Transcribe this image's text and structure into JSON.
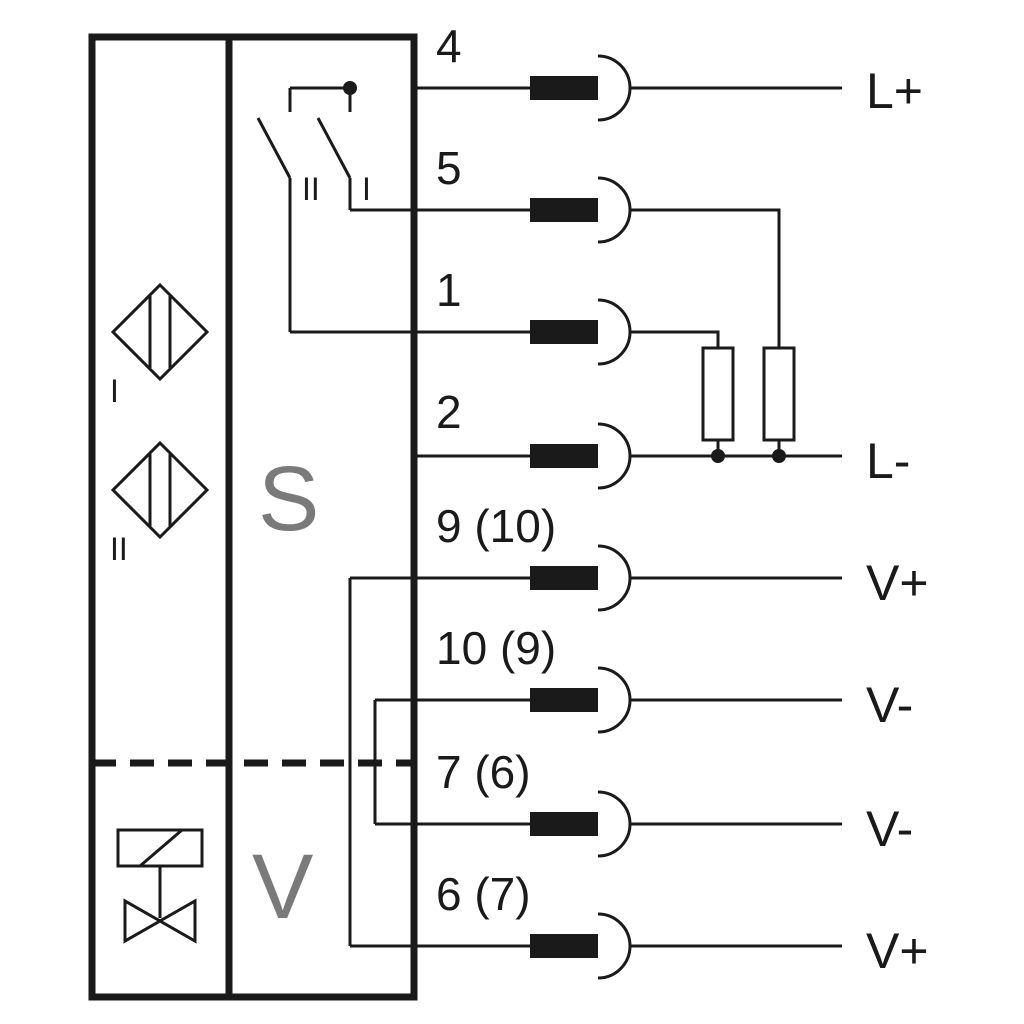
{
  "module": {
    "sensor_label": "S",
    "valve_label": "V",
    "sensor_roman": [
      "I",
      "II"
    ],
    "switch_roman": [
      "II",
      "I"
    ]
  },
  "terminals": [
    {
      "id": "4",
      "label": "4",
      "output": "L+"
    },
    {
      "id": "5",
      "label": "5",
      "output": ""
    },
    {
      "id": "1",
      "label": "1",
      "output": ""
    },
    {
      "id": "2",
      "label": "2",
      "output": "L-"
    },
    {
      "id": "9",
      "label": "9 (10)",
      "output": "V+"
    },
    {
      "id": "10",
      "label": "10 (9)",
      "output": "V-"
    },
    {
      "id": "7",
      "label": "7 (6)",
      "output": "V-"
    },
    {
      "id": "6",
      "label": "6 (7)",
      "output": "V+"
    }
  ],
  "colors": {
    "line": "#1a1a1a",
    "module_letters": "#7a7a7a",
    "background": "#ffffff"
  }
}
